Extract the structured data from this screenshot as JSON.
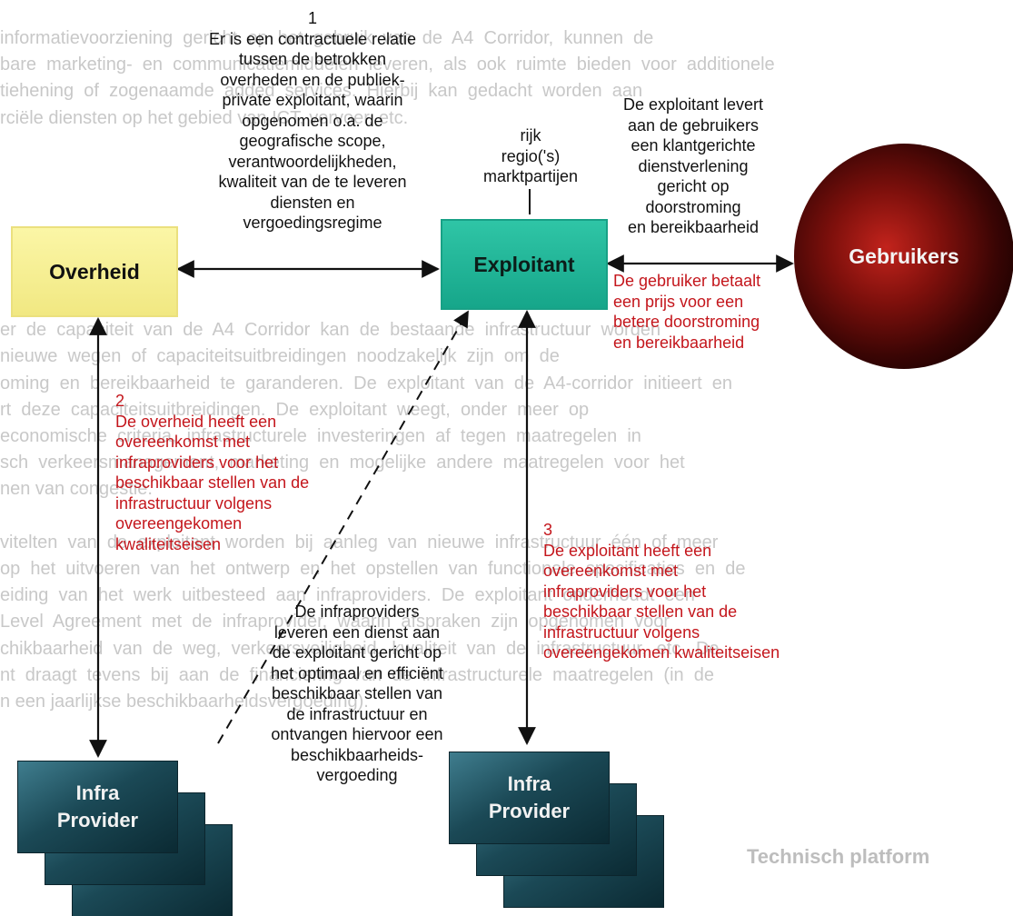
{
  "background": {
    "lines": [
      "informatievoorziening  gericht  op  het  gebruik  van  de  A4  Corridor,  kunnen  de",
      "bare  marketing-  en  communicatiemiddelen  leveren,  als  ook  ruimte  bieden  voor  additionele",
      "tiehening  of  zogenaamde  added  services.  Hierbij  kan  gedacht  worden  aan",
      "rciële diensten op het gebied van ICT, vervoer, etc.",
      "",
      "",
      "",
      "",
      "",
      "",
      "",
      "er  de  capaciteit  van  de  A4  Corridor  kan  de  bestaande  infrastructuur  worden",
      "nieuwe  wegen  of  capaciteitsuitbreidingen  noodzakelijk  zijn  om  de",
      "oming  en  bereikbaarheid  te  garanderen.  De  exploitant  van  de  A4-corridor  initieert  en",
      "rt  deze  capaciteitsuitbreidingen.  De  exploitant  weegt,  onder  meer  op",
      "economische  criteria,  infrastructurele  investeringen  af  tegen  maatregelen  in",
      "sch  verkeersmanagement,  marketing  en  mogelijke  andere  maatregelen  voor  het",
      "nen van congestie.",
      "",
      "vitelten  van  de  exploitant  worden  bij  aanleg  van  nieuwe  infrastructuur  één  of  meer",
      "op  het  uitvoeren  van  het  ontwerp  en  het  opstellen  van  functionele  specificaties  en  de",
      "eiding  van  het  werk  uitbesteed  aan  infraproviders.  De  exploitant  onderhoudt  een",
      "Level  Agreement  met  de  infraprovider,  waarin  afspraken  zijn  opgenomen  voor",
      "chikbaarheid  van  de  weg,  verkeersveiligheid,  kwaliteit  van  de  infrastructuur,  etc.  De",
      "nt  draagt  tevens  bij  aan  de  financiering  van  de  infrastructurele  maatregelen  (in  de",
      "n een jaarlijkse beschikbaarheidsvergoeding)."
    ],
    "heading": "Technisch platform"
  },
  "nodes": {
    "overheid": "Overheid",
    "exploitant": "Exploitant",
    "gebruikers": "Gebruikers",
    "infra_left": [
      "Infra",
      "Provider"
    ],
    "infra_right": [
      "Infra",
      "Provider"
    ]
  },
  "annotations": {
    "relation_1": {
      "number": "1",
      "lines": [
        "Er is een contractuele relatie",
        "tussen de betrokken",
        "overheden en de publiek-",
        "private exploitant, waarin",
        "opgenomen o.a. de",
        "geografische scope,",
        "verantwoordelijkheden,",
        "kwaliteit van de te leveren",
        "diensten en",
        "vergoedingsregime"
      ]
    },
    "stakeholders": [
      "rijk",
      "regio('s)",
      "marktpartijen"
    ],
    "exploitant_to_users": [
      "De exploitant levert",
      "aan de gebruikers",
      "een klantgerichte",
      "dienstverlening",
      "gericht op",
      "doorstroming",
      "en bereikbaarheid"
    ],
    "user_pays": [
      "De gebruiker betaalt",
      "een prijs voor een",
      "betere doorstroming",
      "en bereikbaarheid"
    ],
    "relation_2": {
      "number": "2",
      "lines": [
        "De overheid heeft een",
        "overeenkomst met",
        "infraproviders voor het",
        "beschikbaar stellen van de",
        "infrastructuur volgens",
        "overeengekomen",
        "kwaliteitseisen"
      ]
    },
    "relation_3": {
      "number": "3",
      "lines": [
        "De exploitant heeft een",
        "overeenkomst met",
        "infraproviders voor het",
        "beschikbaar stellen van de",
        "infrastructuur volgens",
        "overeengekomen kwaliteitseisen"
      ]
    },
    "infra_service": [
      "De infraproviders",
      "leveren een dienst aan",
      "de exploitant gericht op",
      "het optimaal en efficiënt",
      "beschikbaar stellen van",
      "de infrastructuur en",
      "ontvangen hiervoor een",
      "beschikbaarheids-",
      "vergoeding"
    ]
  },
  "colors": {
    "overheid_fill": "#f5ed94",
    "exploitant_fill": "#1fb394",
    "gebruikers_fill": "#7e100c",
    "infra_fill": "#1b4956",
    "annotation_red": "#c4161c"
  }
}
